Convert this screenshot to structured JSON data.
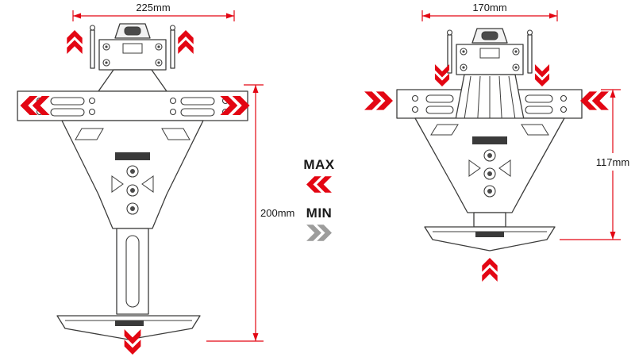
{
  "page": {
    "background": "#ffffff",
    "description": "Adjustable license plate holder technical diagram, extended (MAX) and retracted (MIN) configurations"
  },
  "colors": {
    "dimension_red": "#e30613",
    "chevron_red": "#e30613",
    "chevron_gray": "#9d9d9c",
    "line_dark": "#3c3c3b"
  },
  "figures": {
    "max": {
      "name": "plate-holder-extended",
      "width_dimension": "225mm",
      "height_dimension": "200mm"
    },
    "min": {
      "name": "plate-holder-retracted",
      "width_dimension": "170mm",
      "height_dimension": "117mm"
    }
  },
  "legend": {
    "max": {
      "label": "MAX",
      "icon": "chevron-double-left",
      "color": "#e30613"
    },
    "min": {
      "label": "MIN",
      "icon": "chevron-double-right",
      "color": "#9d9d9c"
    }
  }
}
